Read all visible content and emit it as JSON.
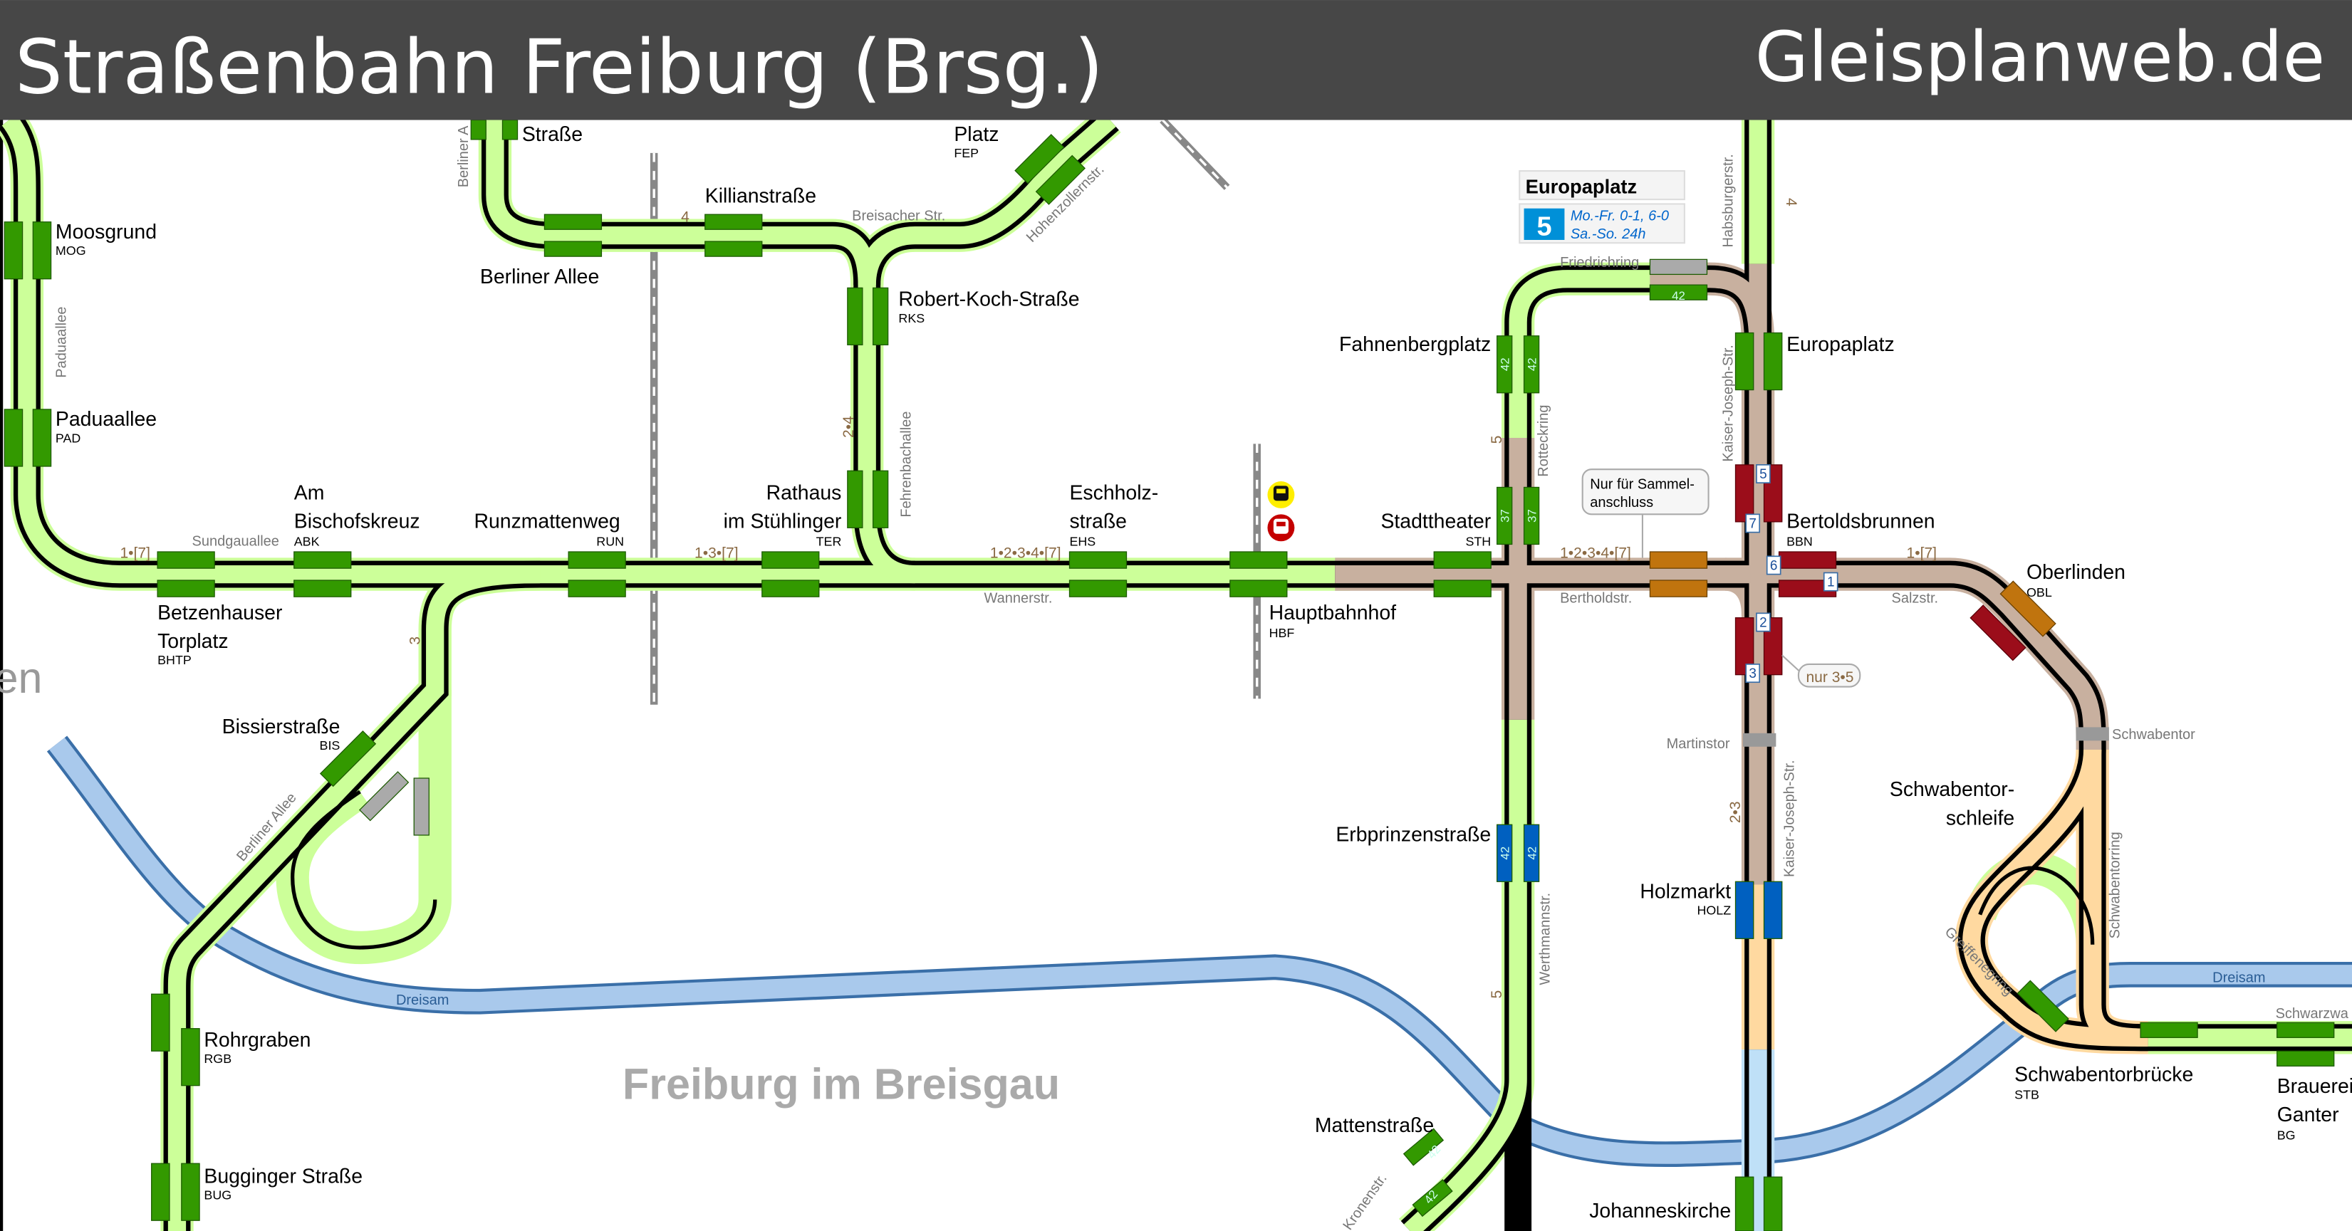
{
  "header": {
    "title": "Straßenbahn Freiburg (Brsg.)",
    "site": "Gleisplanweb.de",
    "bg_color": "#474747"
  },
  "legend": {
    "station": "Europaplatz",
    "line": "5",
    "line_color": "#0090d8",
    "schedule": [
      "Mo.-Fr. 0-1, 6-0",
      "Sa.-So. 24h"
    ]
  },
  "stations": [
    {
      "name": [
        "Moosgrund"
      ],
      "code": "MOG"
    },
    {
      "name": [
        "Paduaallee"
      ],
      "code": "PAD"
    },
    {
      "name": [
        "Betzenhauser",
        "Torplatz"
      ],
      "code": "BHTP"
    },
    {
      "name": [
        "Am",
        "Bischofskreuz"
      ],
      "code": "ABK"
    },
    {
      "name": [
        "Runzmattenweg"
      ],
      "code": "RUN"
    },
    {
      "name": [
        "Berliner Allee"
      ]
    },
    {
      "name": [
        "Killianstraße"
      ]
    },
    {
      "name": [
        "Robert-Koch-Straße"
      ],
      "code": "RKS"
    },
    {
      "name": [
        "Rathaus",
        "im Stühlinger"
      ],
      "code": "TER"
    },
    {
      "name": [
        "Eschholz-",
        "straße"
      ],
      "code": "EHS"
    },
    {
      "name": [
        "Hauptbahnhof"
      ],
      "code": "HBF"
    },
    {
      "name": [
        "Stadttheater"
      ],
      "code": "STH"
    },
    {
      "name": [
        "Fahnenbergplatz"
      ]
    },
    {
      "name": [
        "Europaplatz"
      ]
    },
    {
      "name": [
        "Bertoldsbrunnen"
      ],
      "code": "BBN"
    },
    {
      "name": [
        "Oberlinden"
      ],
      "code": "OBL"
    },
    {
      "name": [
        "Schwabentor-",
        "schleife"
      ]
    },
    {
      "name": [
        "Erbprinzenstraße"
      ]
    },
    {
      "name": [
        "Holzmarkt"
      ],
      "code": "HOLZ"
    },
    {
      "name": [
        "Mattenstraße"
      ]
    },
    {
      "name": [
        "Johanneskirche"
      ]
    },
    {
      "name": [
        "Schwabentorbrücke"
      ],
      "code": "STB"
    },
    {
      "name": [
        "Brauerei",
        "Ganter"
      ],
      "code": "BG"
    },
    {
      "name": [
        "Bissierstraße"
      ],
      "code": "BIS"
    },
    {
      "name": [
        "Rohrgraben"
      ],
      "code": "RGB"
    },
    {
      "name": [
        "Bugginger Straße"
      ],
      "code": "BUG"
    },
    {
      "name": [
        "Straße"
      ]
    },
    {
      "name": [
        "Platz"
      ],
      "code": "FEP"
    }
  ],
  "streets": [
    "Berliner A",
    "Paduaallee",
    "Sundgauallee",
    "Breisacher Str.",
    "Hohenzollernstr.",
    "Fehrenbachallee",
    "Wannerstr.",
    "Friedrichring",
    "Habsburgerstr.",
    "Kaiser-Joseph-Str.",
    "Rotteckring",
    "Bertholdstr.",
    "Salzstr.",
    "Martinstor",
    "Schwabentor",
    "Kaiser-Joseph-Str.",
    "Schwabentorring",
    "Greiffenegring",
    "Werthmannstr.",
    "Berliner Allee",
    "Kronenstr.",
    "Schwarzwa"
  ],
  "line_labels": [
    "4",
    "1•[7]",
    "1•3•[7]",
    "1•2•3•4•[7]",
    "1•2•3•4•[7]",
    "1•[7]",
    "2•4",
    "3",
    "5",
    "4",
    "2•3",
    "5"
  ],
  "platform_numbers": [
    "42",
    "37"
  ],
  "platform_ids": [
    "5",
    "7",
    "6",
    "1",
    "2",
    "3"
  ],
  "callouts": {
    "sammel": [
      "Nur für Sammel-",
      "anschluss"
    ],
    "nur": "nur 3•5"
  },
  "city_label": "Freiburg im Breisgau",
  "city_partial": "en",
  "river": "Dreisam",
  "icons": [
    "train-icon",
    "regional-train-icon"
  ],
  "colors": {
    "track_halo": "#ccff99",
    "shared_section": "#c8b09f",
    "platform": "#339900",
    "platform_red": "#9b0d1a",
    "platform_orange": "#c0740e",
    "river": "#a9c9ec"
  }
}
